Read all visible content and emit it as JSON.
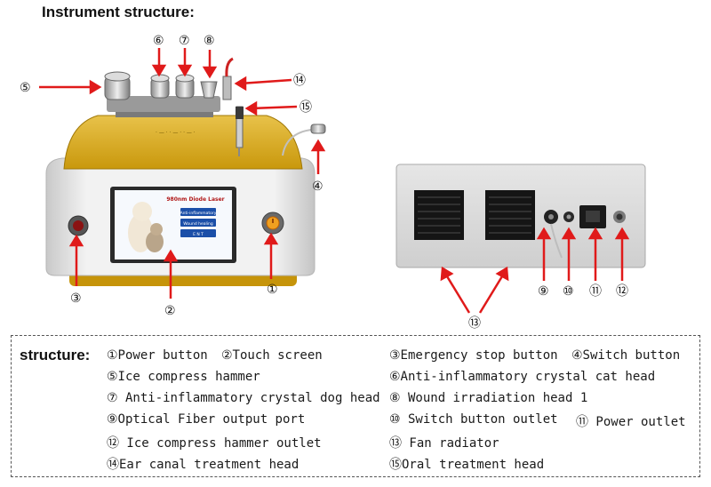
{
  "title": "Instrument structure:",
  "callouts": [
    "①",
    "②",
    "③",
    "④",
    "⑤",
    "⑥",
    "⑦",
    "⑧",
    "⑨",
    "⑩",
    "⑪",
    "⑫",
    "⑬",
    "⑭",
    "⑮"
  ],
  "screen": {
    "title": "980nm Diode Laser",
    "buttons": [
      "Anti-inflammatory",
      "Wound healing",
      "E N T"
    ]
  },
  "legend": {
    "heading": "structure:",
    "items": [
      "①Power button",
      "②Touch screen",
      "③Emergency stop button",
      "④Switch button",
      "⑤Ice compress hammer",
      "⑥Anti-inflammatory crystal cat head",
      "⑦ Anti-inflammatory crystal dog head",
      "⑧ Wound irradiation head 1",
      "⑨Optical Fiber output port",
      "⑩ Switch button outlet",
      "⑪ Power outlet",
      "⑫ Ice compress hammer outlet",
      "⑬ Fan radiator",
      "⑭Ear canal treatment head",
      "⑮Oral treatment head"
    ]
  },
  "colors": {
    "arrow": "#e01a1a",
    "accent": "#c79c10",
    "panel": "#dcdcdc"
  }
}
